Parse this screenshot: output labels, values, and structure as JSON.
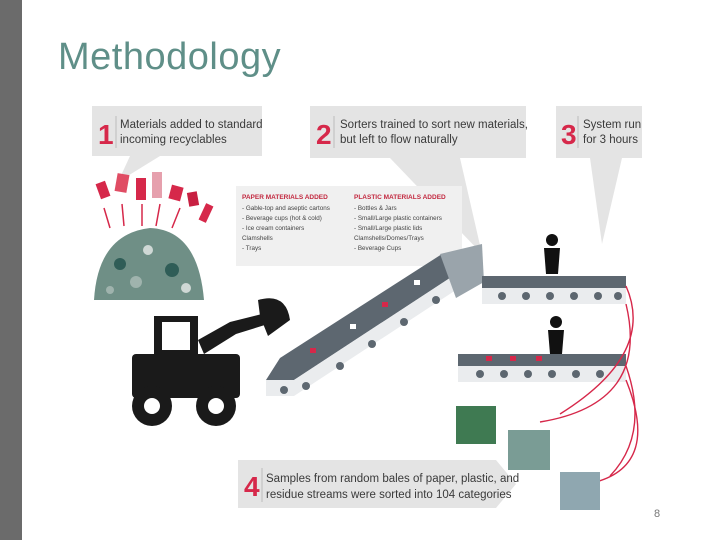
{
  "slide": {
    "title": "Methodology",
    "page_number": "8"
  },
  "steps": [
    {
      "number": "1",
      "line1": "Materials added to standard",
      "line2": "incoming recyclables"
    },
    {
      "number": "2",
      "line1": "Sorters trained to sort new materials,",
      "line2": "but left to flow naturally"
    },
    {
      "number": "3",
      "line1": "System run",
      "line2": "for 3 hours"
    },
    {
      "number": "4",
      "line1": "Samples from random bales of paper, plastic, and",
      "line2": "residue streams were sorted into 104 categories"
    }
  ],
  "materials": {
    "paper_heading": "PAPER MATERIALS ADDED",
    "paper_items": [
      "- Gable-top and aseptic cartons",
      "- Beverage cups (hot & cold)",
      "- Ice cream containers",
      "  Clamshells",
      "- Trays"
    ],
    "plastic_heading": "PLASTIC MATERIALS ADDED",
    "plastic_items": [
      "- Bottles & Jars",
      "- Small/Large plastic containers",
      "- Small/Large plastic lids",
      "  Clamshells/Domes/Trays",
      "- Beverage Cups"
    ]
  },
  "colors": {
    "accent_red": "#d6284a",
    "title_teal": "#5f8f88",
    "callout_gray": "#e4e4e4",
    "conveyor_dark": "#5d6770",
    "bale_green": "#3f7a52"
  }
}
